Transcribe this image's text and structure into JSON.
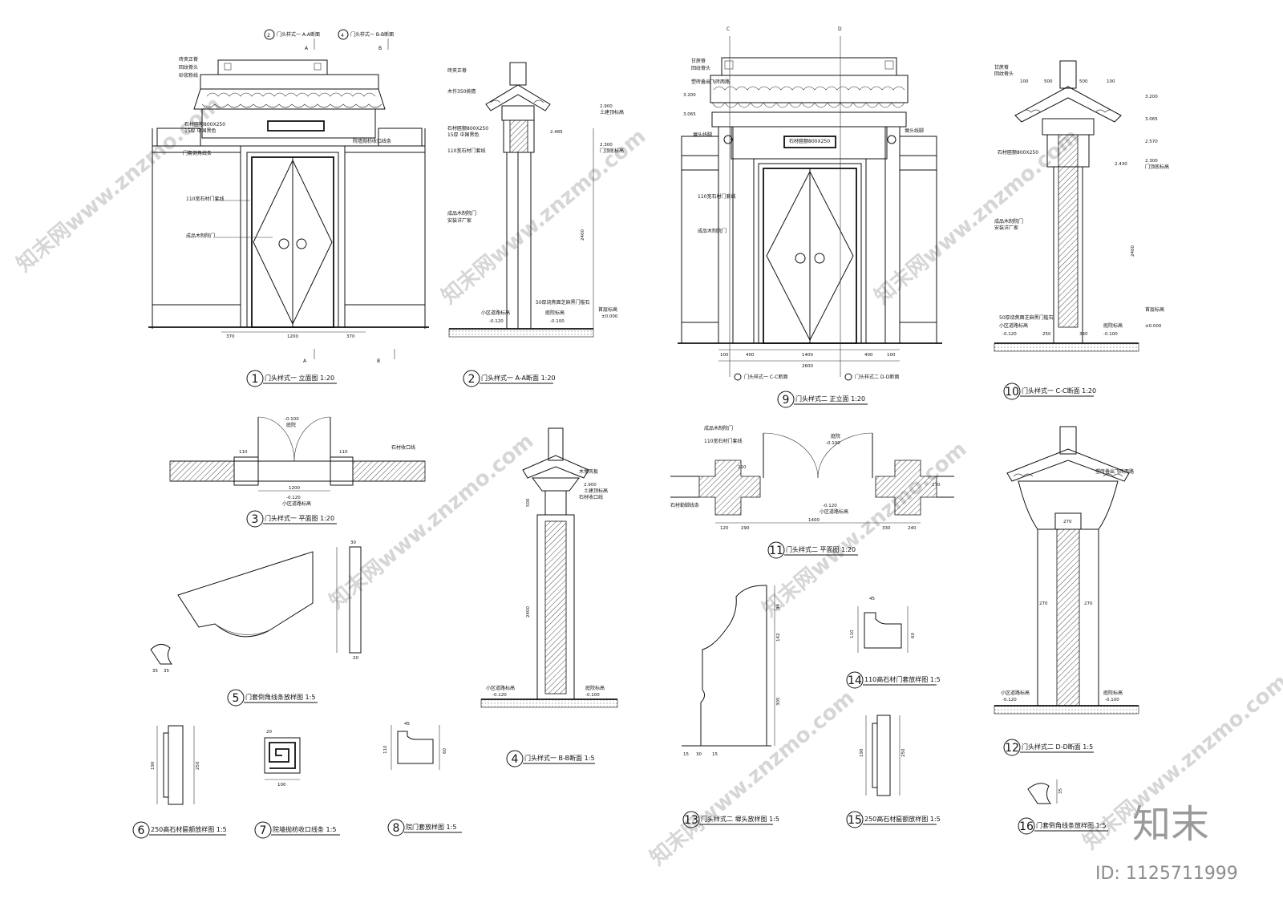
{
  "labels": {
    "v1": "门头样式一 立面图 1:20",
    "v2": "门头样式一 A-A断面 1:20",
    "v3": "门头样式一 平面图 1:20",
    "v4": "门头样式一 B-B断面 1:5",
    "v5": "门套倒角线条放样图 1:5",
    "v6": "250高石材匾额放样图 1:5",
    "v7": "院墙抛枋收口线条 1:5",
    "v8": "院门套放样图 1:5",
    "v9": "门头样式二 正立面 1:20",
    "v10": "门头样式一 C-C断面 1:20",
    "v11": "门头样式二 平面图 1:20",
    "v12": "门头样式二 D-D断面 1:5",
    "v13": "门头样式二 墀头放样图 1:5",
    "v14": "110高石材门套放样图 1:5",
    "v15": "250高石材匾额放样图 1:5",
    "v16": "门套倒角线条放样图 1:5"
  },
  "notes": {
    "n1": "砖夹正脊",
    "n2": "回纹脊头",
    "n3": "砂浆粉线",
    "n4": "石材匾额800X250",
    "n5": "15厚 中国黑色",
    "n6": "门套倒角线条",
    "n7": "110宽石材门套线",
    "n8": "成品木制院门",
    "n9": "院墙抛枋收口线条",
    "n10": "木作350挑檐",
    "n11": "50厚烧焦面芝麻黑门槛石",
    "n12": "小区道路标高",
    "n13": "庭院标高",
    "n14": "首层标高",
    "n15": "土建顶标高",
    "n16": "门顶底标高",
    "n17": "安装详厂家",
    "n18": "甘蔗脊",
    "n19": "塑砖叠出飞砖两路",
    "n20": "墀头线脚",
    "n21": "石材收口线",
    "n22": "木博风板",
    "n23": "石材勒脚线条",
    "n24": "庭院"
  },
  "dims": {
    "d370": "370",
    "d1200": "1200",
    "d1400": "1400",
    "d2600": "2600",
    "d400": "400",
    "d100": "100",
    "d2900": "2.900",
    "d2485": "2.485",
    "d2300": "2.300",
    "d0000": "±0.000",
    "dm0120": "-0.120",
    "dm0100": "-0.100",
    "d3200": "3.200",
    "d3065": "3.065",
    "d2570": "2.570",
    "d2430": "2.430",
    "d270": "270",
    "d2400": "2400",
    "d250": "250",
    "d190": "190",
    "d20": "20",
    "d30": "30",
    "d35": "35",
    "d45": "45",
    "d60": "60",
    "d110": "110",
    "d120": "120",
    "d15": "15",
    "d94": "94",
    "d142": "142",
    "d305": "305",
    "d500": "500",
    "d330": "330",
    "d240": "240",
    "d290": "290",
    "d210": "210"
  },
  "sections": {
    "A": "A",
    "B": "B",
    "C": "C",
    "D": "D",
    "aa": "门头样式一 A-A断面",
    "bb": "门头样式一 B-B断面",
    "cc": "门头样式一 C-C断面",
    "dd": "门头样式二 D-D断面"
  },
  "watermark": {
    "text": "知末网www.znzmo.com",
    "logo": "知末",
    "id": "ID: 1125711999"
  }
}
